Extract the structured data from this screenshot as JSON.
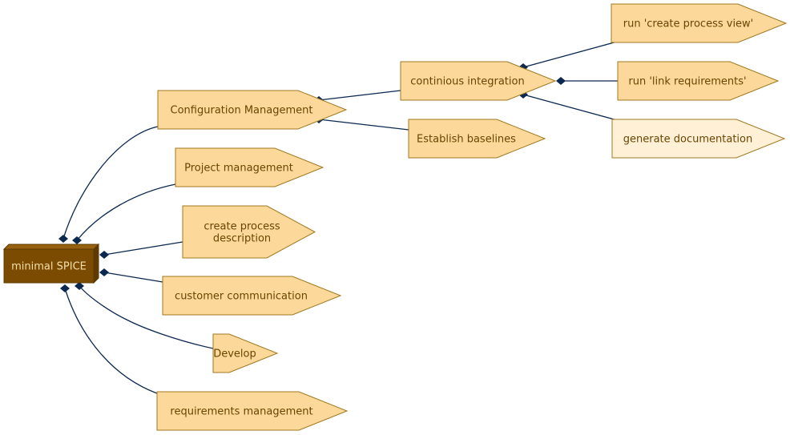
{
  "colors": {
    "edge": "#0b2850",
    "node_fill": "#fcd99a",
    "node_stroke": "#a07820",
    "node_text": "#6b4400",
    "node_light_fill": "#fff0d6",
    "root_front": "#7a4b00",
    "root_side": "#5e3a00",
    "root_top": "#96620f",
    "root_text": "#f5deaa"
  },
  "root": {
    "label": "minimal SPICE"
  },
  "children": [
    {
      "label": "Configuration Management",
      "children": [
        {
          "label": "continious integration",
          "children": [
            {
              "label": "run 'create process view'"
            },
            {
              "label": "run 'link requirements'"
            },
            {
              "label": "generate documentation"
            }
          ]
        },
        {
          "label": "Establish baselines"
        }
      ]
    },
    {
      "label": "Project management"
    },
    {
      "label": "create process description"
    },
    {
      "label": "customer communication"
    },
    {
      "label": "Develop"
    },
    {
      "label": "requirements management"
    }
  ]
}
